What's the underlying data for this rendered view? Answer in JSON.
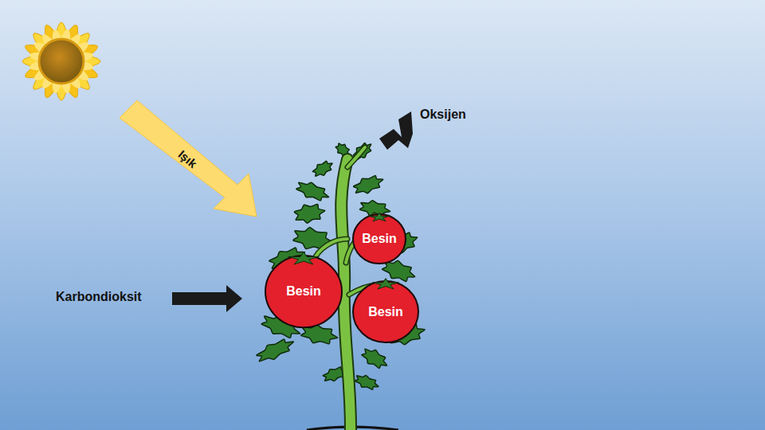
{
  "diagram": {
    "nodes": [
      {
        "text": [
          "Besin"
        ]
      },
      {
        "text": [
          "Besin"
        ]
      },
      {
        "text": [
          "Besin"
        ]
      }
    ],
    "labels": [
      "Işık",
      "Oksijen",
      "Karbondioksit"
    ]
  }
}
